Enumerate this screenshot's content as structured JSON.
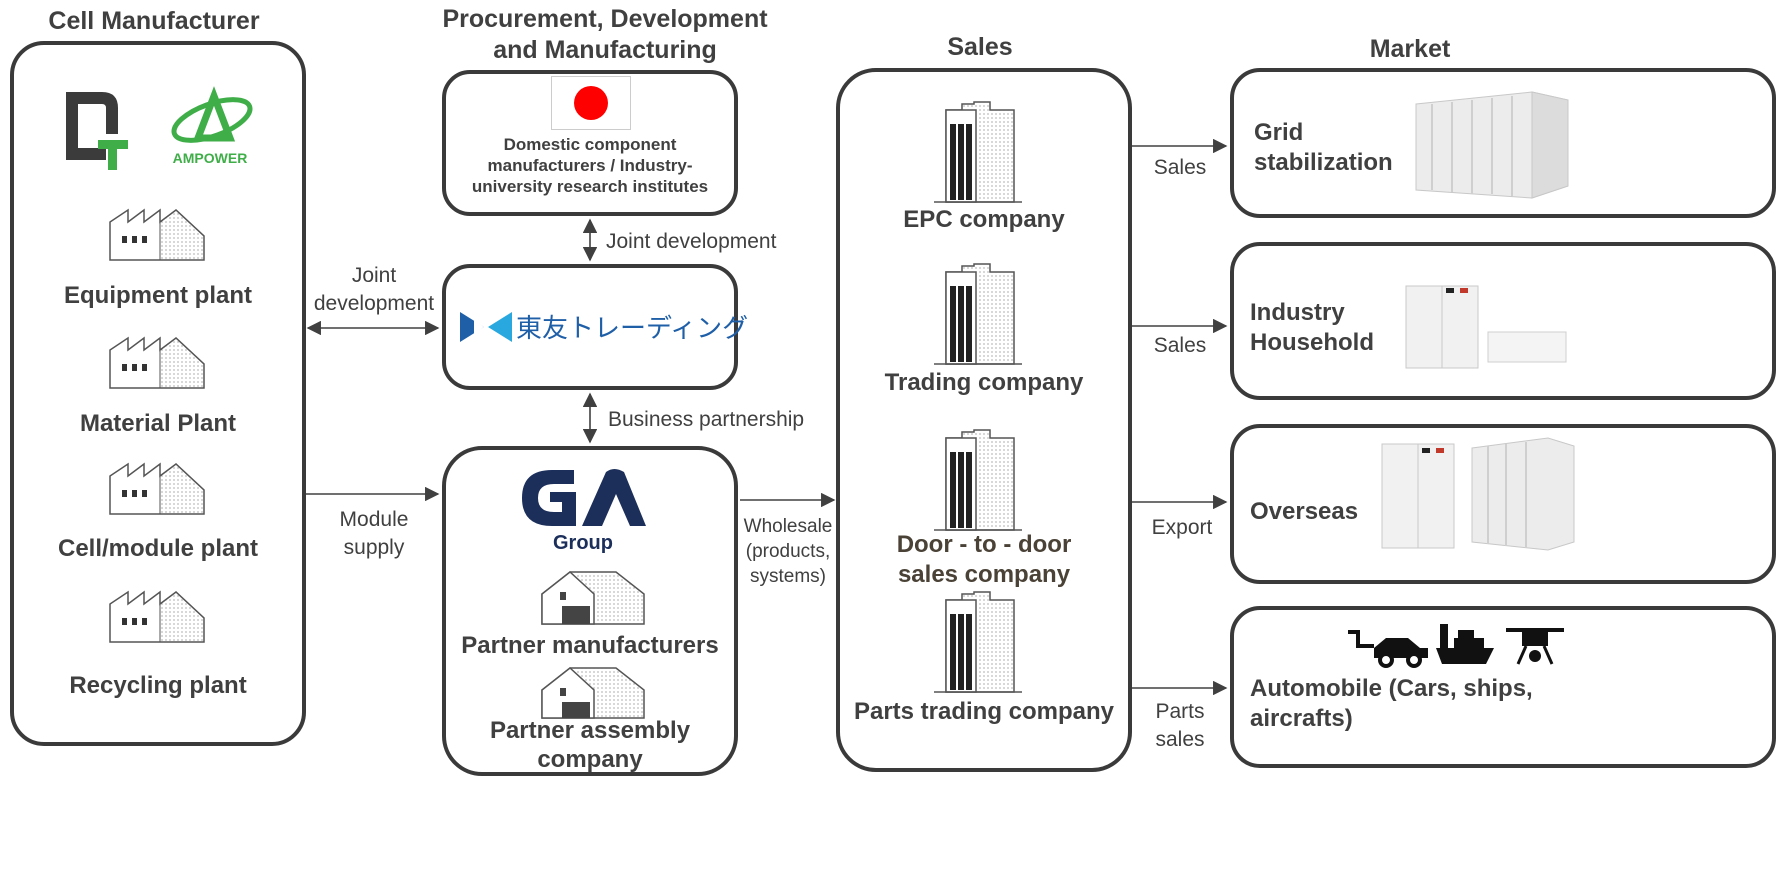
{
  "headers": {
    "cell_manufacturer": "Cell Manufacturer",
    "procurement": "Procurement, Development and Manufacturing",
    "sales": "Sales",
    "market": "Market"
  },
  "cell_manufacturer": {
    "logo_text": "AMPOWER",
    "plants": [
      "Equipment plant",
      "Material Plant",
      "Cell/module plant",
      "Recycling plant"
    ]
  },
  "procurement": {
    "domestic": "Domestic component manufacturers / Industry-university research institutes",
    "toyu_logo": "東友トレーディング",
    "ga_logo_sub": "Group",
    "partner_manufacturers": "Partner manufacturers",
    "partner_assembly": "Partner assembly company"
  },
  "links": {
    "joint_development_left": "Joint development",
    "joint_development_top": "Joint development",
    "business_partnership": "Business partnership",
    "module_supply": "Module supply",
    "wholesale": "Wholesale (products, systems)",
    "sales_1": "Sales",
    "sales_2": "Sales",
    "export": "Export",
    "parts_sales": "Parts sales"
  },
  "sales": {
    "companies": [
      "EPC company",
      "Trading company",
      "Door - to - door sales company",
      "Parts trading company"
    ]
  },
  "market": {
    "items": [
      "Grid stabilization",
      "Industry Household",
      "Overseas",
      "Automobile (Cars, ships, aircrafts)"
    ]
  },
  "colors": {
    "border": "#3a3a3a",
    "text": "#404040",
    "flag_red": "#ff0000",
    "toyu_blue": "#1f5fa8",
    "ga_navy": "#1c2f5b",
    "ampower_green": "#3fae49"
  }
}
